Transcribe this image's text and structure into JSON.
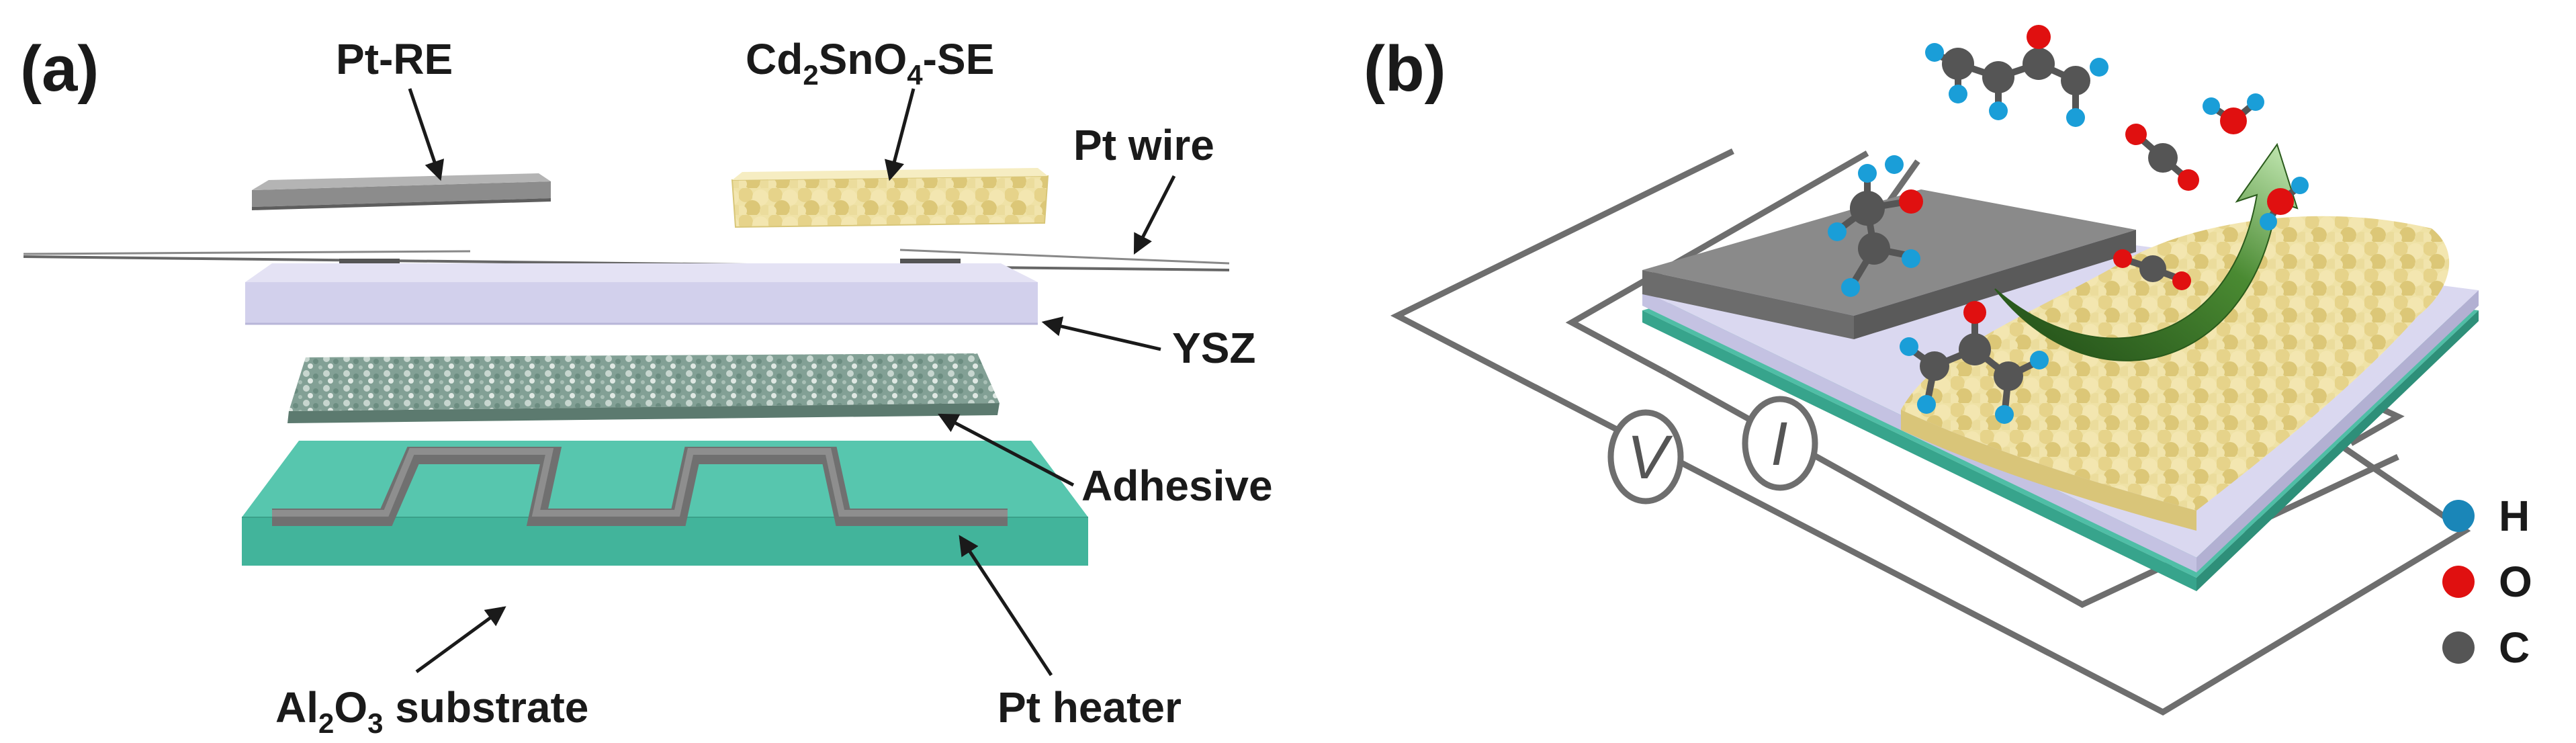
{
  "panel_a": {
    "tag": "(a)",
    "labels": {
      "pt_re": "Pt-RE",
      "se_main": "Cd",
      "se_sub1": "2",
      "se_mid": "SnO",
      "se_sub2": "4",
      "se_tail": "-SE",
      "pt_wire": "Pt wire",
      "ysz": "YSZ",
      "adhesive": "Adhesive",
      "sub_main": "Al",
      "sub_sub1": "2",
      "sub_mid": "O",
      "sub_sub2": "3",
      "sub_tail": " substrate",
      "pt_heater": "Pt heater"
    }
  },
  "panel_b": {
    "tag": "(b)",
    "voltmeter": "V",
    "ammeter": "I",
    "legend": [
      {
        "label": "H",
        "color": "#1a86b8"
      },
      {
        "label": "O",
        "color": "#e01010"
      },
      {
        "label": "C",
        "color": "#555555"
      }
    ]
  },
  "colors": {
    "pt_gray": "#7a7a7a",
    "ysz": "#d8d6ee",
    "adhesive": "#8aa59a",
    "substrate": "#4fc0a8",
    "cd2sno4": "#ecdc92",
    "arrow_green": "#3f7a2c"
  }
}
